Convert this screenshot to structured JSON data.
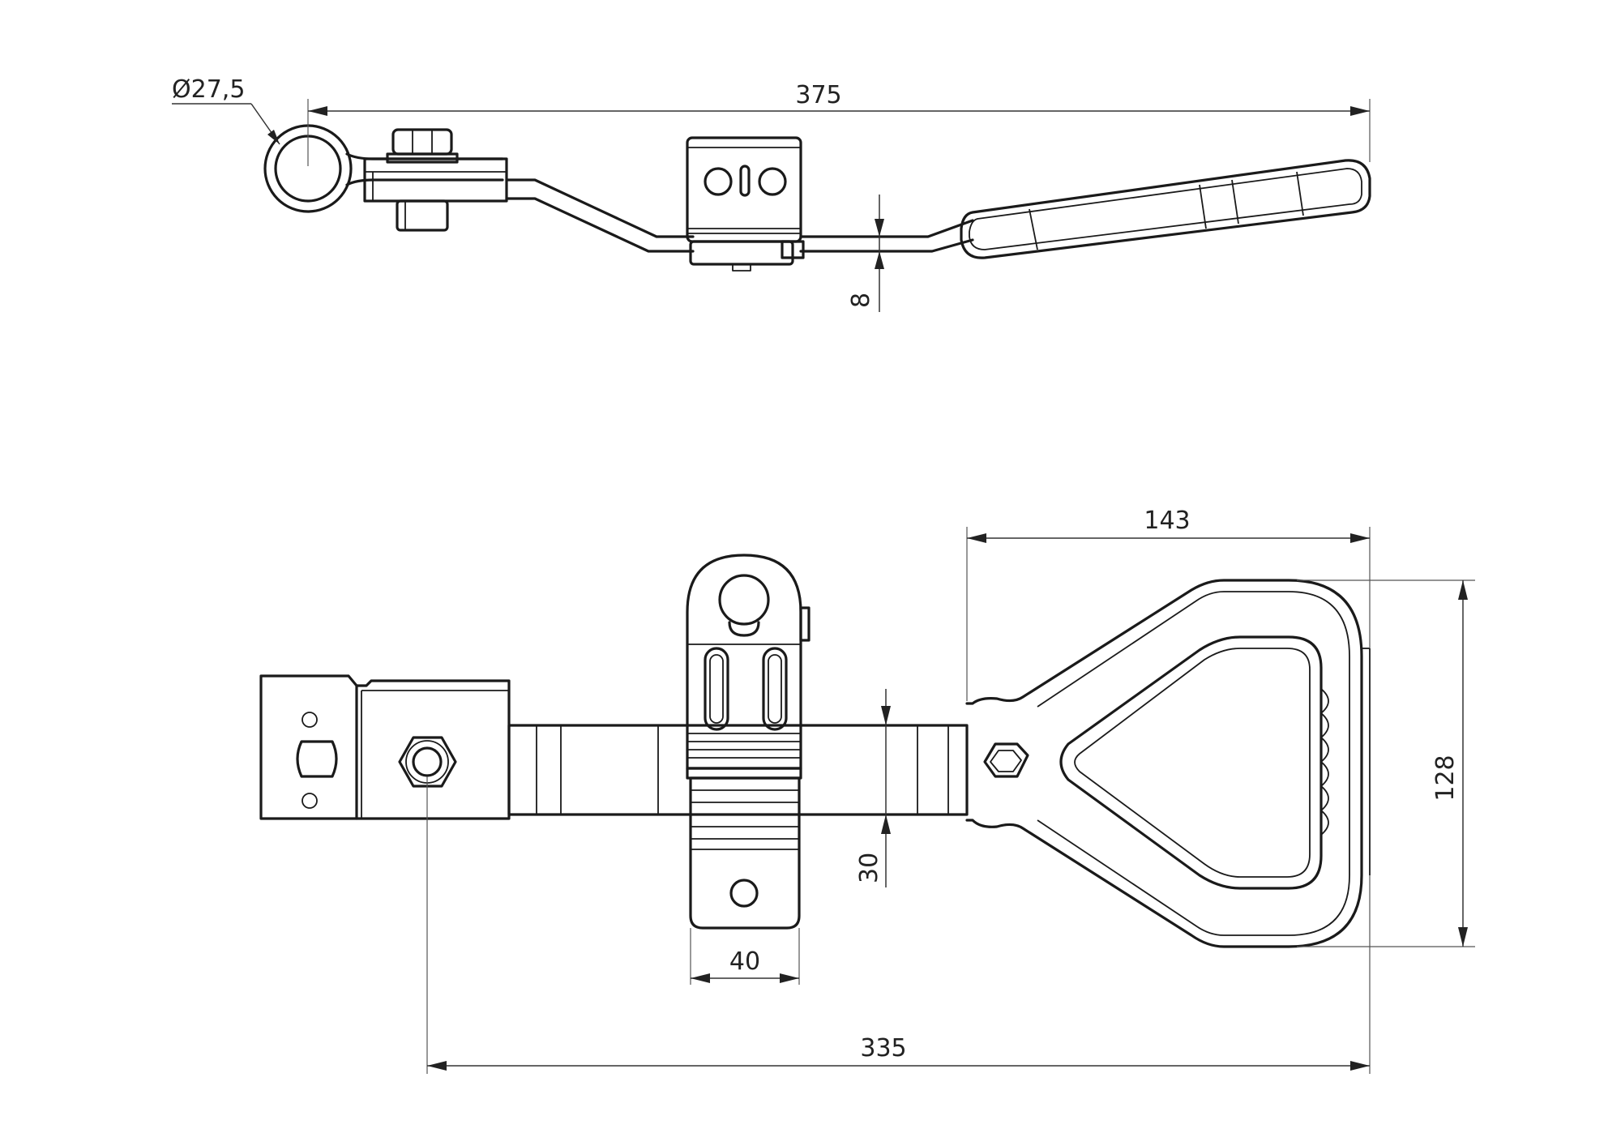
{
  "dimensions": {
    "diameter": "Ø27,5",
    "overall_length_top": "375",
    "thickness": "8",
    "handle_width": "143",
    "handle_height": "128",
    "bar_width": "30",
    "bracket_width": "40",
    "overall_length_bottom": "335"
  }
}
